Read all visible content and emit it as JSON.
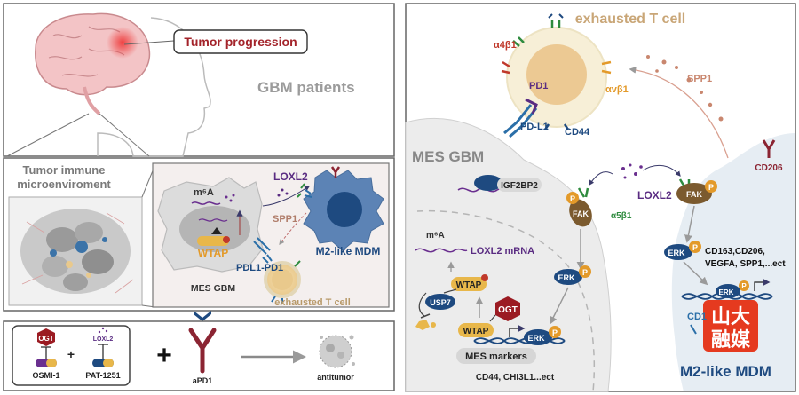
{
  "left": {
    "tumor_progression": "Tumor progression",
    "gbm_patients": "GBM  patients",
    "tme_line1": "Tumor immune",
    "tme_line2": "microenviroment",
    "m6a": "m⁶A",
    "wtap": "WTAP",
    "loxl2": "LOXL2",
    "spp1": "SPP1",
    "m2_mdm": "M2-like MDM",
    "pdl1_pd1": "PDL1-PD1",
    "mes_gbm": "MES GBM",
    "exhausted": "exhausted T cell"
  },
  "therapy": {
    "ogt": "OGT",
    "osmi": "OSMI-1",
    "plus1": "+",
    "loxl2": "LOXL2",
    "pat": "PAT-1251",
    "plus2": "+",
    "apd1": "aPD1",
    "antitumor": "antitumor"
  },
  "right": {
    "exhausted": "exhausted T cell",
    "a4b1": "α4β1",
    "pd1": "PD1",
    "avb1": "αvβ1",
    "spp1": "SPP1",
    "pdl1": "PD-L1",
    "cd44": "CD44",
    "mes_gbm": "MES GBM",
    "igf2bp2": "IGF2BP2",
    "cd206": "CD206",
    "loxl2": "LOXL2",
    "a5b1": "α5β1",
    "fak": "FAK",
    "p": "P",
    "m6a": "m⁶A",
    "loxl2_mrna": "LOXL2 mRNA",
    "erk": "ERK",
    "genes_line1": "CD163,CD206,",
    "genes_line2": "VEGFA, SPP1,...ect",
    "wtap": "WTAP",
    "usp7": "USP7",
    "ogt": "OGT",
    "mes_markers": "MES markers",
    "cd_list": "CD44, CHI3L1...ect",
    "cd1": "CD1",
    "m2_mdm": "M2-like MDM",
    "watermark": "山大融媒"
  }
}
